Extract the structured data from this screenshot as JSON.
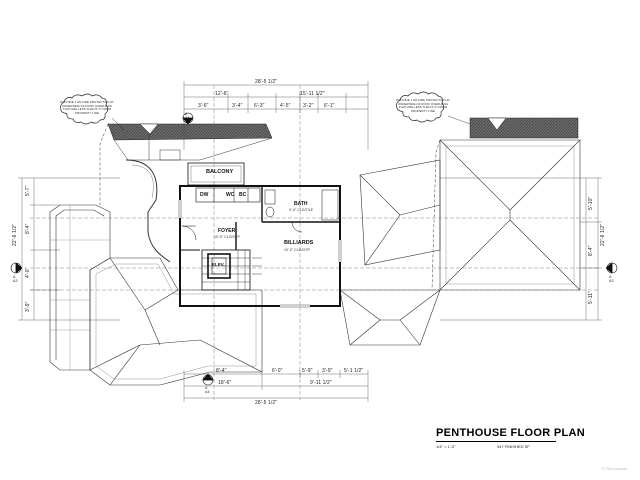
{
  "plan": {
    "title": "PENTHOUSE FLOOR PLAN",
    "scale": "1/4\" = 1'-0\"",
    "finished_sf": "947 FINISHED SF",
    "watermark": "© REcolorado"
  },
  "rooms": {
    "balcony": "BALCONY",
    "dw": "DW",
    "wc": "WC",
    "bc": "BC",
    "bath": "BATH",
    "bath_dims": "9'-0\" CLG/TILE",
    "foyer": "FOYER",
    "foyer_dims": "10'-0\" CLG/OTP",
    "billiards": "BILLIARDS",
    "billiards_dims": "10'-0\" CLG/OTP",
    "elev": "ELEV."
  },
  "callouts": {
    "top": "A\nA4",
    "left": "A\nA3",
    "right": "A\nA3",
    "bottom": "A\nA4"
  },
  "notes": {
    "left": "PROVIDE 1 HR FIRE PROTECTION AT UNDERSIDE OF ROOF OVERHANG THAT ARE LESS THAN 5'-0\" FROM PROPERTY LINE",
    "right": "PROVIDE 1 HR FIRE PROTECTION AT UNDERSIDE OF ROOF OVERHANG THAT ARE LESS THAN 5'-0\" FROM PROPERTY LINE"
  },
  "dimensions": {
    "overall_top": "28'-5 1/2\"",
    "overall_bottom": "28'-5 1/2\"",
    "top_row": [
      "3'-6\"",
      "3'-4\"",
      "6'-3\"",
      "4'-5\"",
      "3'-2\"",
      "6'-1\""
    ],
    "top_row2": [
      "12'-6\"",
      "15'-11 1/2\""
    ],
    "left_col": [
      "5'-7\"",
      "8'-4\"",
      "4'-0\"",
      "3'-9\""
    ],
    "left_overall": "22'-6 1/2\"",
    "right_overall": "22'-6 1/2\"",
    "right_col": [
      "5'-10\"",
      "8'-4\"",
      "5'-11\""
    ],
    "bottom_row": [
      "8'-4\"",
      "6'-0\"",
      "5'-9\"",
      "3'-9\"",
      "5'-1 1/2\""
    ],
    "bottom_row2": [
      "18'-6\"",
      "9'-11 1/2\""
    ]
  }
}
